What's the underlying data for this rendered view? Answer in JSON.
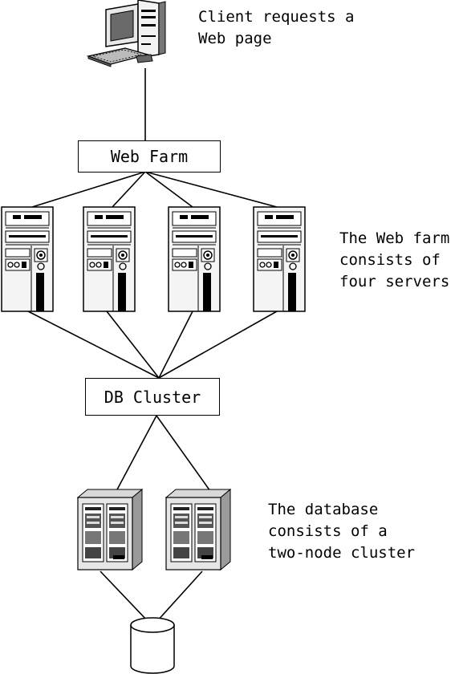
{
  "client": {
    "caption_lines": [
      "Client requests a",
      "Web page"
    ],
    "icon": "desktop-computer-icon"
  },
  "web_farm": {
    "label": "Web Farm",
    "server_icon": "tower-server-icon",
    "server_count": 4,
    "caption_lines": [
      "The Web farm",
      "consists of",
      "four servers"
    ]
  },
  "db_cluster": {
    "label": "DB Cluster",
    "node_icon": "cabinet-server-icon",
    "node_count": 2,
    "caption_lines": [
      "The database",
      "consists of a",
      "two-node cluster"
    ]
  },
  "storage": {
    "icon": "database-cylinder-icon"
  }
}
